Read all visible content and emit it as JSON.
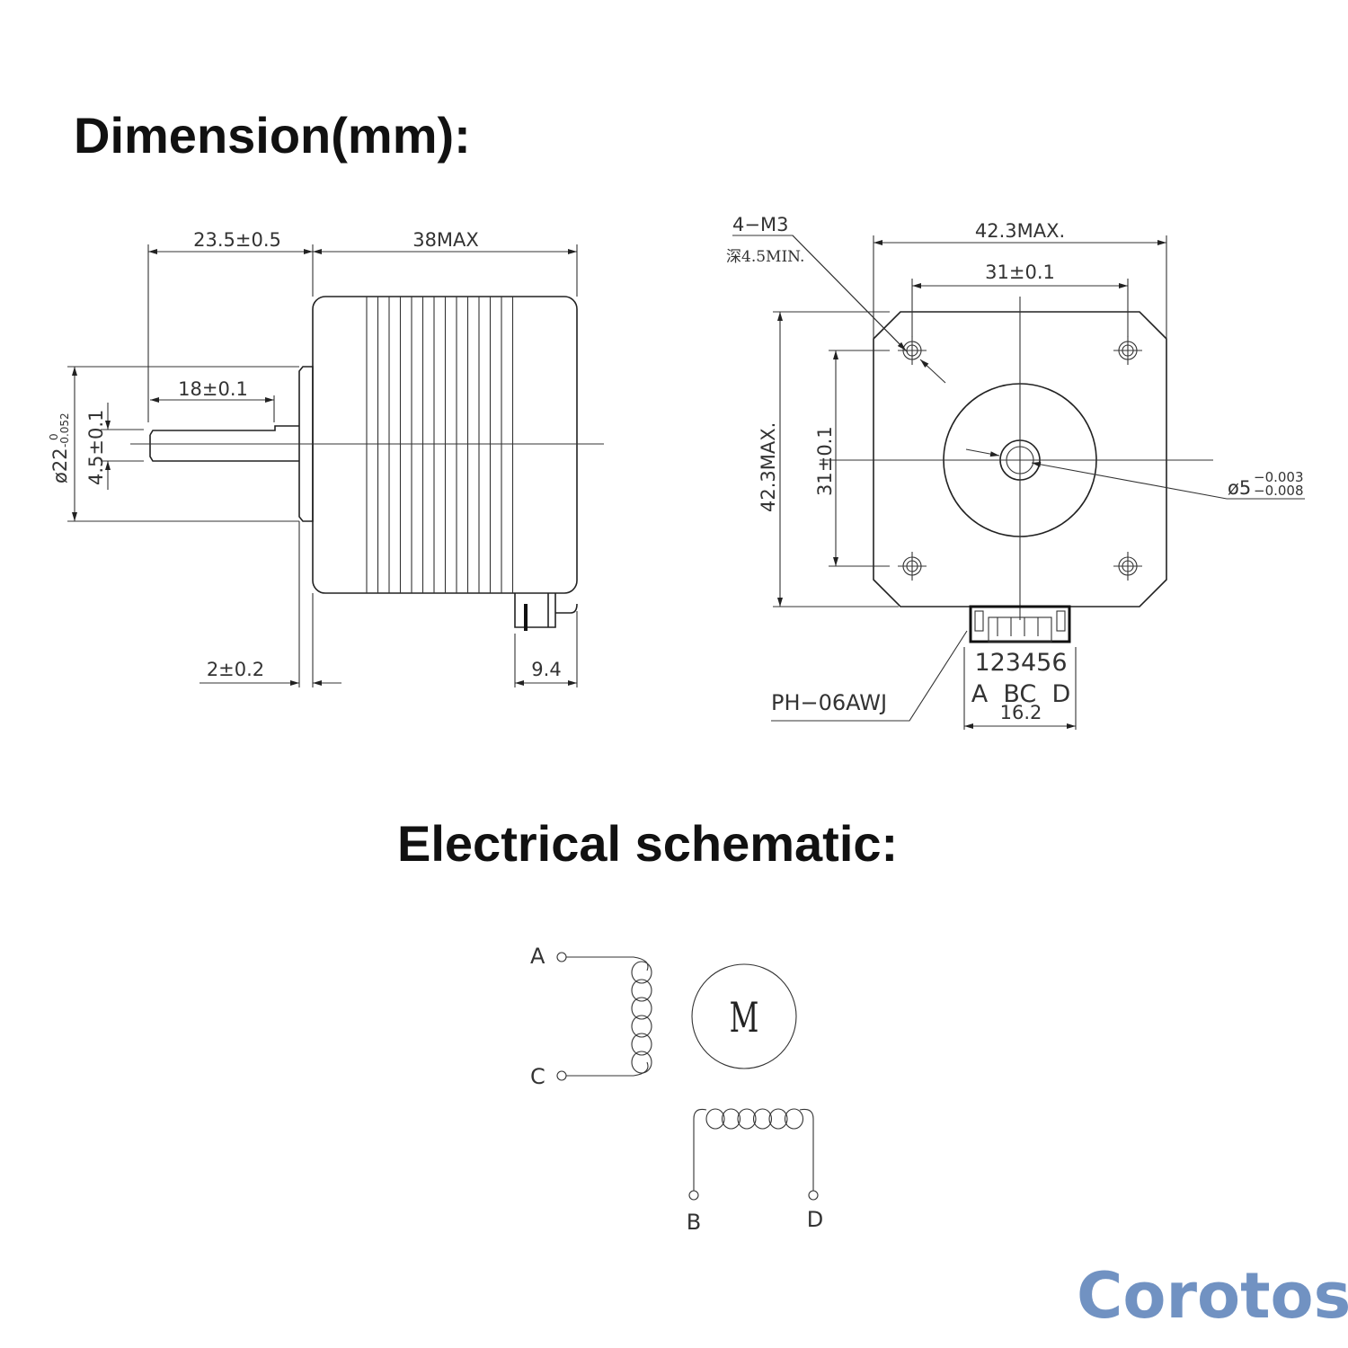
{
  "headings": {
    "dimension": "Dimension(mm):",
    "electrical": "Electrical schematic:"
  },
  "side_view": {
    "shaft_extension": "23.5±0.5",
    "body_length": "38MAX",
    "shaft_flat_length": "18±0.1",
    "boss_diameter": "ø22",
    "boss_tol_upper": "0",
    "boss_tol_lower": "-0.052",
    "shaft_flat_depth": "4.5±0.1",
    "boss_height": "2±0.2",
    "connector_offset": "9.4"
  },
  "front_view": {
    "mount_holes": "4−M3",
    "hole_depth": "深4.5MIN.",
    "width_max": "42.3MAX.",
    "hole_spacing_h": "31±0.1",
    "height_max": "42.3MAX.",
    "hole_spacing_v": "31±0.1",
    "shaft_diameter": "ø5",
    "shaft_tol_upper": "−0.003",
    "shaft_tol_lower": "−0.008",
    "connector_pins": "123456",
    "connector_phases": "A  BC  D",
    "connector_width": "16.2",
    "connector_model": "PH−06AWJ"
  },
  "schematic": {
    "terminal_a": "A",
    "terminal_c": "C",
    "terminal_b": "B",
    "terminal_d": "D",
    "motor_label": "M"
  },
  "logo": {
    "text": "Corotos",
    "color": "#7192c2"
  }
}
